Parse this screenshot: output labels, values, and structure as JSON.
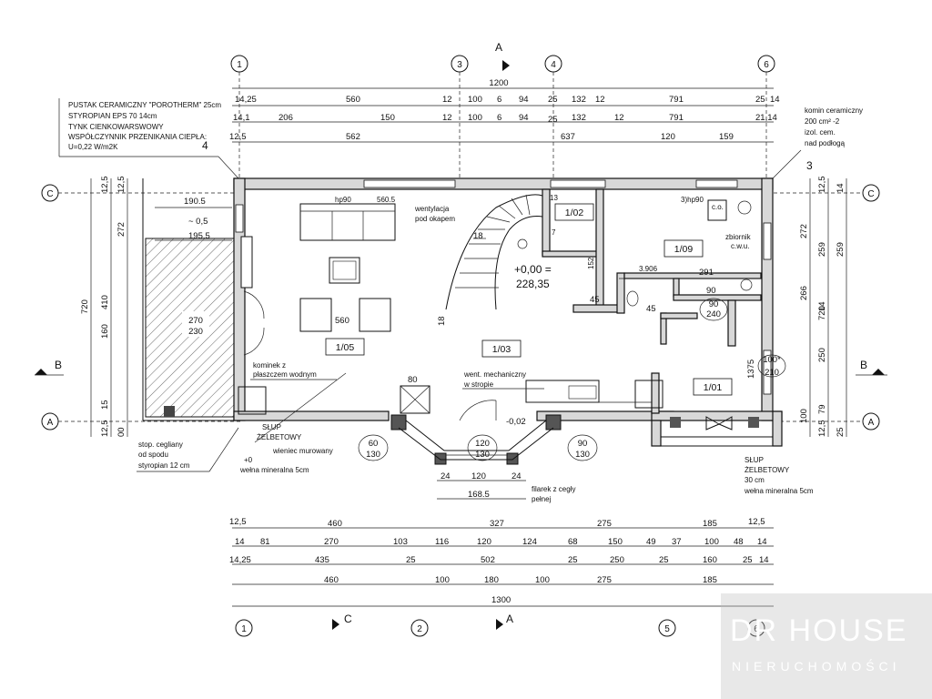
{
  "legend": {
    "line1": "PUSTAK CERAMICZNY \"POROTHERM\" 25cm",
    "line2": "STYROPIAN EPS 70  14cm",
    "line3": "TYNK CIENKOWARSWOWY",
    "line4": "WSPÓŁCZYNNIK PRZENIKANIA CIEPŁA:",
    "line5": "U=0,22  W/m2K",
    "ref": "4"
  },
  "chimney_note": {
    "line1": "komin ceramiczny",
    "line2": "200 cm² -2",
    "line3": "izol. cem.",
    "line4": "nad podłogą",
    "ref": "3"
  },
  "axes": {
    "top": [
      "1",
      "3",
      "4",
      "6"
    ],
    "bottom": [
      "1",
      "2",
      "5",
      "6"
    ],
    "left": [
      "C",
      "B",
      "A"
    ],
    "right": [
      "C",
      "B",
      "A"
    ],
    "section_top": "A",
    "section_bottom_c": "C",
    "section_bottom_a": "A",
    "section_left": "B",
    "section_right": "B"
  },
  "top_dims": {
    "total": "1200",
    "row1": [
      "14,25",
      "560",
      "12",
      "100",
      "6",
      "94",
      "25",
      "132",
      "12",
      "791",
      "25",
      "14"
    ],
    "row2": [
      "14,1",
      "206",
      "150",
      "12",
      "100",
      "6",
      "94",
      "25",
      "132",
      "12",
      "791",
      "21,14"
    ],
    "row3": [
      "12,5",
      "562",
      "637",
      "120",
      "159"
    ]
  },
  "bottom_dims": {
    "row1": [
      "12,5",
      "460",
      "327",
      "275",
      "185",
      "12,5"
    ],
    "row2": [
      "14",
      "81",
      "270",
      "103",
      "116",
      "120",
      "124",
      "68",
      "150",
      "49",
      "37",
      "100",
      "48",
      "14"
    ],
    "row3": [
      "14,25",
      "435",
      "25",
      "502",
      "25",
      "250",
      "25",
      "160",
      "25",
      "14"
    ],
    "row4": [
      "460",
      "100",
      "180",
      "100",
      "275",
      "185"
    ],
    "total": "1300"
  },
  "left_dims": {
    "outer": "720",
    "mid": [
      "410",
      "160"
    ],
    "inner": [
      "12,5",
      "12,5",
      "272",
      "15",
      "12,5",
      "00"
    ],
    "terrace": [
      "190.5",
      "~ 0,5",
      "195.5"
    ]
  },
  "right_dims": {
    "col1": [
      "12,5",
      "272",
      "266",
      "250",
      "100",
      "12,5",
      "79"
    ],
    "col2": [
      "14",
      "259",
      "14",
      "720",
      "25",
      "25"
    ],
    "col3": [
      "259",
      "720"
    ]
  },
  "rooms": {
    "r105": "1/05",
    "r103": "1/03",
    "r102": "1/02",
    "r109": "1/09",
    "r101": "1/01",
    "level": "+0,00 =",
    "level_val": "228,35",
    "terrace": "270",
    "terrace2": "230"
  },
  "labels": {
    "hp90_left": "hp90",
    "hp90_val": "560.5",
    "hp90_right": "3)hp90",
    "vent": "wentylacja",
    "vent2": "pod okapem",
    "stair_18a": "18",
    "stair_18b": "18",
    "dim_13": "13",
    "dim_7": "7",
    "dim_152": "152",
    "dim_3906": "3.906",
    "dim_291": "291",
    "dim_45a": "45",
    "dim_45b": "45",
    "dim_90": "90",
    "door_90_240a": "90",
    "door_90_240b": "240",
    "door_100_210a": "100*",
    "door_100_210b": "210",
    "dim_560": "560",
    "dim_1375": "1375",
    "boiler": "zbiornik",
    "boiler2": "c.w.u.",
    "co": "c.o.",
    "fireplace": "kominek z",
    "fireplace2": "płaszczem wodnym",
    "vent_mech": "went. mechaniczny",
    "vent_mech2": "w stropie",
    "dim_80": "80",
    "dim_002": "-0,02",
    "window_60_130a": "60",
    "window_60_130b": "130",
    "window_120_130a": "120",
    "window_120_130b": "130",
    "window_90_130a": "90",
    "window_90_130b": "130",
    "column_left": "SŁUP",
    "column_left2": "ŻELBETOWY",
    "column_left3": "wieniec murowany",
    "column_left4": "+0",
    "column_left5": "wełna mineralna  5cm",
    "brick_note": "stop. cegliany",
    "brick_note2": "od spodu",
    "brick_note3": "styropian 12 cm",
    "pillar": "filarek z cegły",
    "pillar2": "pełnej",
    "column_right": "SŁUP",
    "column_right2": "ŻELBETOWY",
    "column_right3": "30 cm",
    "column_right4": "wełna mineralna  5cm",
    "bay_24a": "24",
    "bay_120": "120",
    "bay_24b": "24",
    "bay_1685": "168.5"
  },
  "logo": {
    "main": "DR HOUSE",
    "sub": "NIERUCHOMOŚCI"
  }
}
